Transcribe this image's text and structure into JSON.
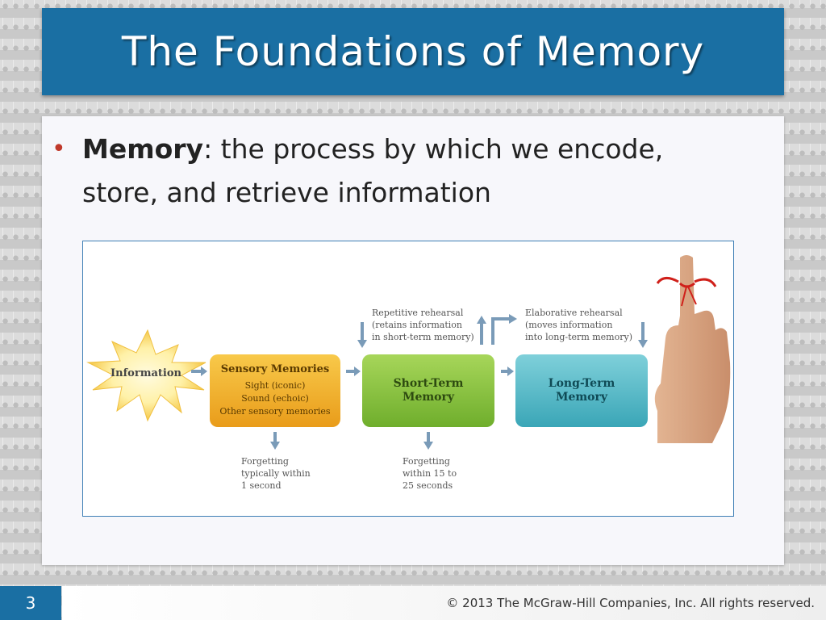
{
  "slide": {
    "title": "The Foundations of Memory",
    "bullet": {
      "term": "Memory",
      "definition": ": the process by which we encode, store, and retrieve information"
    },
    "number": "3",
    "copyright": "© 2013 The McGraw-Hill Companies, Inc. All rights reserved."
  },
  "diagram": {
    "information": "Information",
    "sensory": {
      "title": "Sensory Memories",
      "lines": [
        "Sight (iconic)",
        "Sound (echoic)",
        "Other sensory memories"
      ]
    },
    "short_term": {
      "line1": "Short-Term",
      "line2": "Memory"
    },
    "long_term": {
      "line1": "Long-Term",
      "line2": "Memory"
    },
    "repetitive": {
      "lines": [
        "Repetitive rehearsal",
        "(retains information",
        "in short-term memory)"
      ]
    },
    "elaborative": {
      "lines": [
        "Elaborative rehearsal",
        "(moves information",
        "into long-term memory)"
      ]
    },
    "forget_sensory": {
      "lines": [
        "Forgetting",
        "typically within",
        "1 second"
      ]
    },
    "forget_short": {
      "lines": [
        "Forgetting",
        "within 15 to",
        "25 seconds"
      ]
    }
  },
  "colors": {
    "title_bar": "#1a6fa3",
    "bullet": "#c0392b",
    "sensory_box": "#f2b02a",
    "short_term_box": "#8cc63f",
    "long_term_box": "#4cb7c7",
    "arrow": "#7a9bb8"
  }
}
